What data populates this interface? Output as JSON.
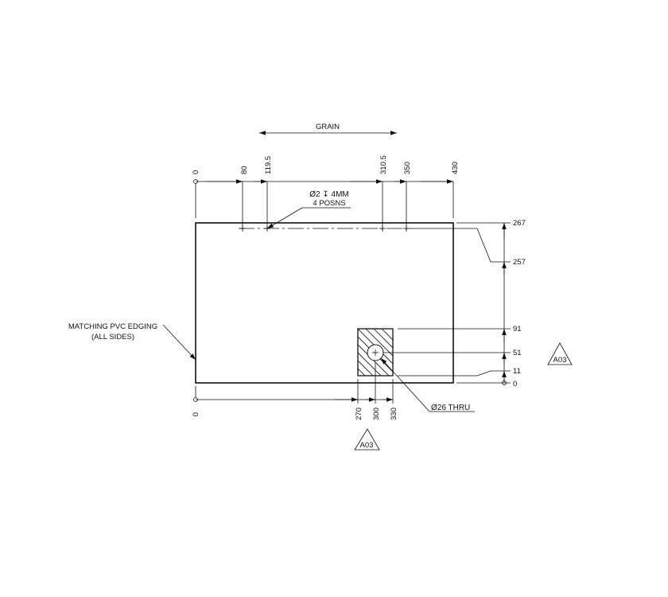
{
  "grain": {
    "label": "GRAIN"
  },
  "top_dims": [
    "0",
    "80",
    "119.5",
    "310.5",
    "350",
    "430"
  ],
  "bottom_dims": [
    "0",
    "270",
    "300",
    "330"
  ],
  "right_dims": [
    "267",
    "257",
    "91",
    "51",
    "11",
    "0"
  ],
  "hole_note": {
    "diameter": "Ø2 ↧ 4MM",
    "qty": "4 POSNS"
  },
  "thru_note": "Ø26 THRU",
  "edging_note": {
    "line1": "MATCHING PVC EDGING",
    "line2": "(ALL SIDES)"
  },
  "section_marker_right": "A03",
  "section_marker_bottom": "A03"
}
